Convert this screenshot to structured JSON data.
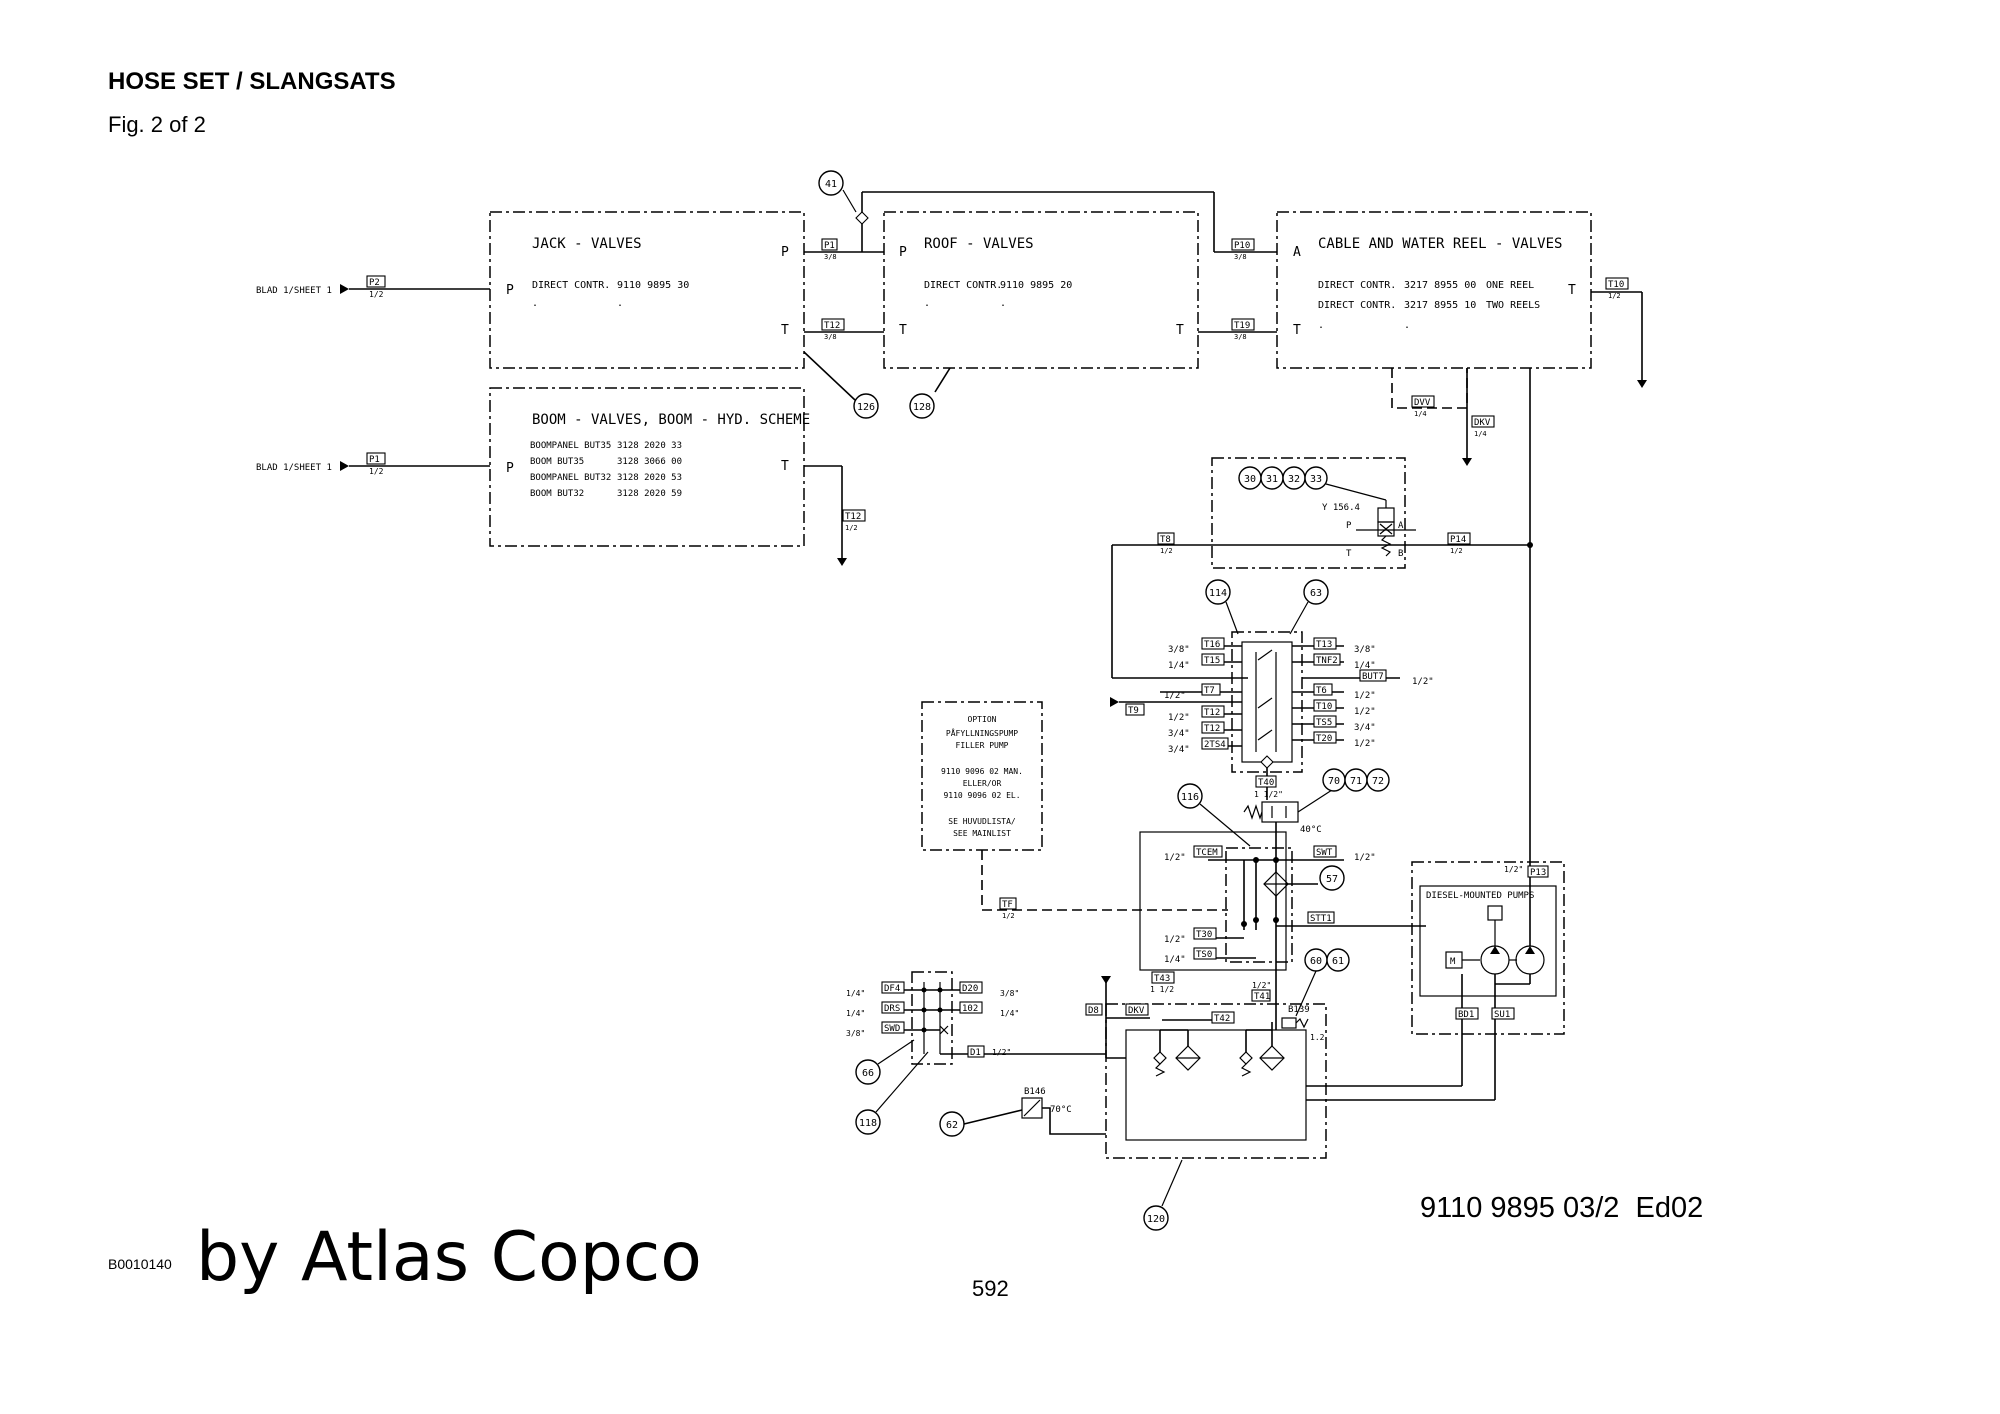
{
  "header": {
    "title": "HOSE SET / SLANGSATS",
    "subtitle": "Fig. 2 of 2"
  },
  "footer": {
    "doc_number": "9110 9895 03/2  Ed02",
    "image_code": "B0010140",
    "brand": "by Atlas Copco",
    "page_number": "592"
  },
  "diagram": {
    "sheet_refs": [
      "BLAD 1/SHEET 1",
      "BLAD 1/SHEET 1"
    ],
    "jack_valves": {
      "title": "JACK - VALVES",
      "port_p": "P",
      "port_p_out": "P",
      "port_t": "T",
      "rows": [
        [
          "DIRECT CONTR.",
          "9110 9895 30"
        ],
        [
          ".",
          "."
        ]
      ]
    },
    "roof_valves": {
      "title": "ROOF - VALVES",
      "port_p": "P",
      "port_t_in": "T",
      "port_t_out": "T",
      "rows": [
        [
          "DIRECT CONTR.",
          "9110 9895 20"
        ],
        [
          ".",
          "."
        ]
      ]
    },
    "cable_reel_valves": {
      "title": "CABLE AND WATER REEL - VALVES",
      "port_a": "A",
      "port_t_in": "T",
      "port_t_out": "T",
      "rows": [
        [
          "DIRECT CONTR.",
          "3217 8955 00",
          "ONE REEL"
        ],
        [
          "DIRECT CONTR.",
          "3217 8955 10",
          "TWO REELS"
        ],
        [
          ".",
          ".",
          ""
        ]
      ]
    },
    "boom_valves": {
      "title": "BOOM - VALVES, BOOM - HYD. SCHEME",
      "port_p": "P",
      "port_t": "T",
      "rows": [
        [
          "BOOMPANEL BUT35",
          "3128 2020 33"
        ],
        [
          "BOOM BUT35",
          "3128 3066 00"
        ],
        [
          "BOOMPANEL BUT32",
          "3128 2020 53"
        ],
        [
          "BOOM BUT32",
          "3128 2020 59"
        ]
      ]
    },
    "option_box": {
      "lines": [
        "OPTION",
        "PÅFYLLNINGSPUMP",
        "FILLER PUMP",
        "",
        "9110 9096 02 MAN.",
        "ELLER/OR",
        "9110 9096 02 EL.",
        "",
        "SE HUVUDLISTA/",
        "SEE MAINLIST"
      ]
    },
    "diesel_box": {
      "title": "DIESEL-MOUNTED PUMPS",
      "motor": "M"
    },
    "solenoid": {
      "label": "Y 156.4",
      "ports": [
        "P",
        "A",
        "T",
        "B"
      ]
    },
    "thermo_label": "40°C",
    "temp_switch": {
      "label": "B146",
      "value": "70°C"
    },
    "sensor_b139": {
      "label": "B139",
      "value": "1.2"
    },
    "hose_tags": {
      "p2": {
        "code": "P2",
        "size": "1/2"
      },
      "p1_left": {
        "code": "P1",
        "size": "1/2"
      },
      "p1": {
        "code": "P1",
        "size": "3/8"
      },
      "t12_top": {
        "code": "T12",
        "size": "3/8"
      },
      "p10": {
        "code": "P10",
        "size": "3/8"
      },
      "t19": {
        "code": "T19",
        "size": "3/8"
      },
      "t10_out": {
        "code": "T10",
        "size": "1/2"
      },
      "t12_boom": {
        "code": "T12",
        "size": "1/2"
      },
      "dvv": {
        "code": "DVV",
        "size": "1/4"
      },
      "dkv_top": {
        "code": "DKV",
        "size": "1/4"
      },
      "t8": {
        "code": "T8",
        "size": "1/2"
      },
      "p14": {
        "code": "P14",
        "size": "1/2"
      },
      "tf": {
        "code": "TF",
        "size": "1/2"
      },
      "p13": {
        "code": "P13",
        "size": "1/2\""
      },
      "t40": {
        "code": "T40",
        "size": "1 1/2\""
      },
      "t43": {
        "code": "T43",
        "size": "1 1/2"
      },
      "t41": {
        "code": "T41",
        "size": "1/2\""
      }
    },
    "manifold_left": [
      {
        "size": "3/8\"",
        "code": "T16"
      },
      {
        "size": "1/4\"",
        "code": "T15"
      },
      {
        "size": "1/2\"",
        "code": "T7"
      },
      {
        "size": "",
        "code": "T9"
      },
      {
        "size": "1/2\"",
        "code": "T12"
      },
      {
        "size": "3/4\"",
        "code": "T12"
      },
      {
        "size": "3/4\"",
        "code": "2TS4"
      }
    ],
    "manifold_right": [
      {
        "code": "T13",
        "size": "3/8\""
      },
      {
        "code": "TNF2",
        "size": "1/4\""
      },
      {
        "code": "BUT7",
        "size": "1/2\""
      },
      {
        "code": "T6",
        "size": "1/2\""
      },
      {
        "code": "T10",
        "size": "1/2\""
      },
      {
        "code": "TS5",
        "size": "3/4\""
      },
      {
        "code": "T20",
        "size": "1/2\""
      }
    ],
    "cooler_tags": [
      {
        "size": "1/2\"",
        "code": "TCEM"
      },
      {
        "code": "SWT",
        "size": "1/2\""
      },
      {
        "code": "STT1",
        "size": ""
      },
      {
        "size": "1/2\"",
        "code": "T30"
      },
      {
        "size": "1/4\"",
        "code": "TS0"
      }
    ],
    "drain_left": [
      {
        "size": "1/4\"",
        "code": "DF4"
      },
      {
        "size": "1/4\"",
        "code": "DRS"
      },
      {
        "size": "3/8\"",
        "code": "SWD"
      }
    ],
    "drain_right": [
      {
        "code": "D20",
        "size": "3/8\""
      },
      {
        "code": "102",
        "size": "1/4\""
      }
    ],
    "misc_tags": [
      {
        "code": "D1",
        "size": "1/2\""
      },
      {
        "code": "D8",
        "size": ""
      },
      {
        "code": "DKV",
        "size": ""
      },
      {
        "code": "T42",
        "size": ""
      },
      {
        "code": "BD1",
        "size": ""
      },
      {
        "code": "SU1",
        "size": ""
      }
    ],
    "bubbles": [
      "41",
      "126",
      "128",
      "30",
      "31",
      "32",
      "33",
      "114",
      "63",
      "70",
      "71",
      "72",
      "116",
      "57",
      "60",
      "61",
      "66",
      "118",
      "62",
      "120"
    ]
  }
}
